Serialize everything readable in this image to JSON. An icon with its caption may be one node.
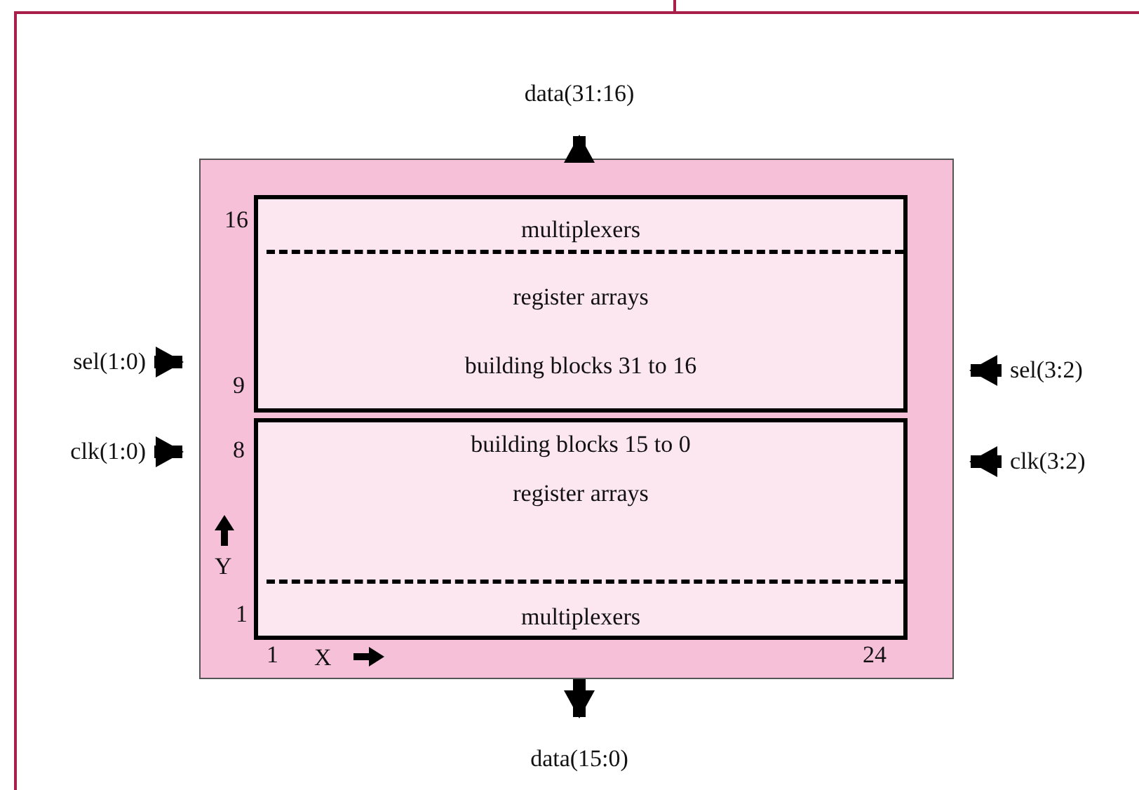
{
  "diagram": {
    "nodes": [
      {
        "text": [],
        "shape": "box"
      },
      {
        "text": [
          "multiplexers",
          "register arrays",
          "building blocks 31 to 16"
        ],
        "in": 0
      },
      {
        "text": [
          "building blocks 15 to 0",
          "register arrays",
          "multiplexers"
        ],
        "in": 0
      },
      {
        "text": [
          "data(31:16)"
        ]
      },
      {
        "text": [
          "data(15:0)"
        ]
      },
      {
        "text": [
          "sel(1:0)"
        ]
      },
      {
        "text": [
          "clk(1:0)"
        ]
      },
      {
        "text": [
          "sel(3:2)"
        ]
      },
      {
        "text": [
          "clk(3:2)"
        ]
      }
    ],
    "edges": [
      {
        "from": 0,
        "to": 3,
        "arrow": "to"
      },
      {
        "from": 0,
        "to": 4,
        "arrow": "to"
      },
      {
        "from": 5,
        "to": 0,
        "arrow": "to"
      },
      {
        "from": 6,
        "to": 0,
        "arrow": "to"
      },
      {
        "from": 7,
        "to": 0,
        "arrow": "to"
      },
      {
        "from": 8,
        "to": 0,
        "arrow": "to"
      }
    ],
    "labels": [
      "16",
      "9",
      "8",
      "Y",
      "1",
      "1",
      "X",
      "24"
    ]
  }
}
